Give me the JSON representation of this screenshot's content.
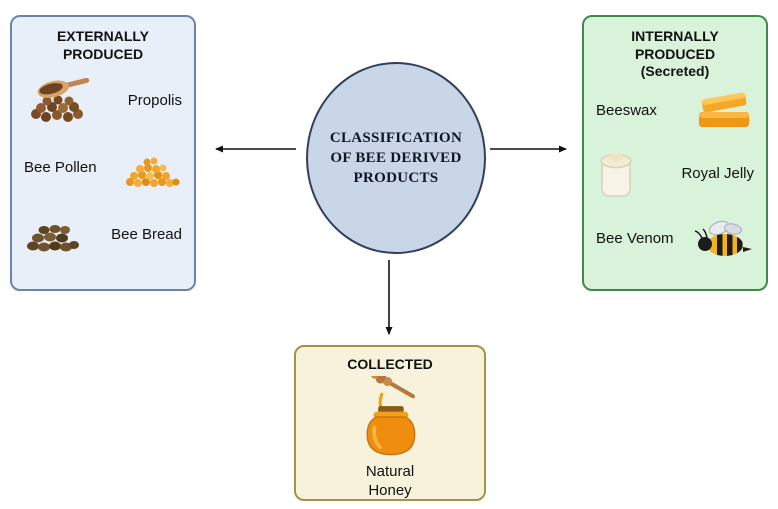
{
  "center": {
    "title": "CLASSIFICATION OF BEE DERIVED PRODUCTS"
  },
  "external": {
    "title": "EXTERNALLY PRODUCED",
    "items": [
      {
        "label": "Propolis",
        "icon": "propolis-icon"
      },
      {
        "label": "Bee Pollen",
        "icon": "bee-pollen-icon"
      },
      {
        "label": "Bee Bread",
        "icon": "bee-bread-icon"
      }
    ]
  },
  "internal": {
    "title": "INTERNALLY PRODUCED",
    "subtitle": "(Secreted)",
    "items": [
      {
        "label": "Beeswax",
        "icon": "beeswax-icon"
      },
      {
        "label": "Royal Jelly",
        "icon": "royal-jelly-jar-icon"
      },
      {
        "label": "Bee Venom",
        "icon": "bee-icon"
      }
    ]
  },
  "collected": {
    "title": "COLLECTED",
    "items": [
      {
        "label": "Natural Honey",
        "icon": "honey-jar-icon"
      }
    ]
  },
  "colors": {
    "external_bg": "#e9eff8",
    "external_border": "#6b84ad",
    "internal_bg": "#d9f2da",
    "internal_border": "#3f8a4a",
    "collected_bg": "#f7f2dc",
    "collected_border": "#a39347",
    "circle_bg": "#c9d6e8",
    "circle_border": "#2f3f5c",
    "arrow": "#111111"
  }
}
